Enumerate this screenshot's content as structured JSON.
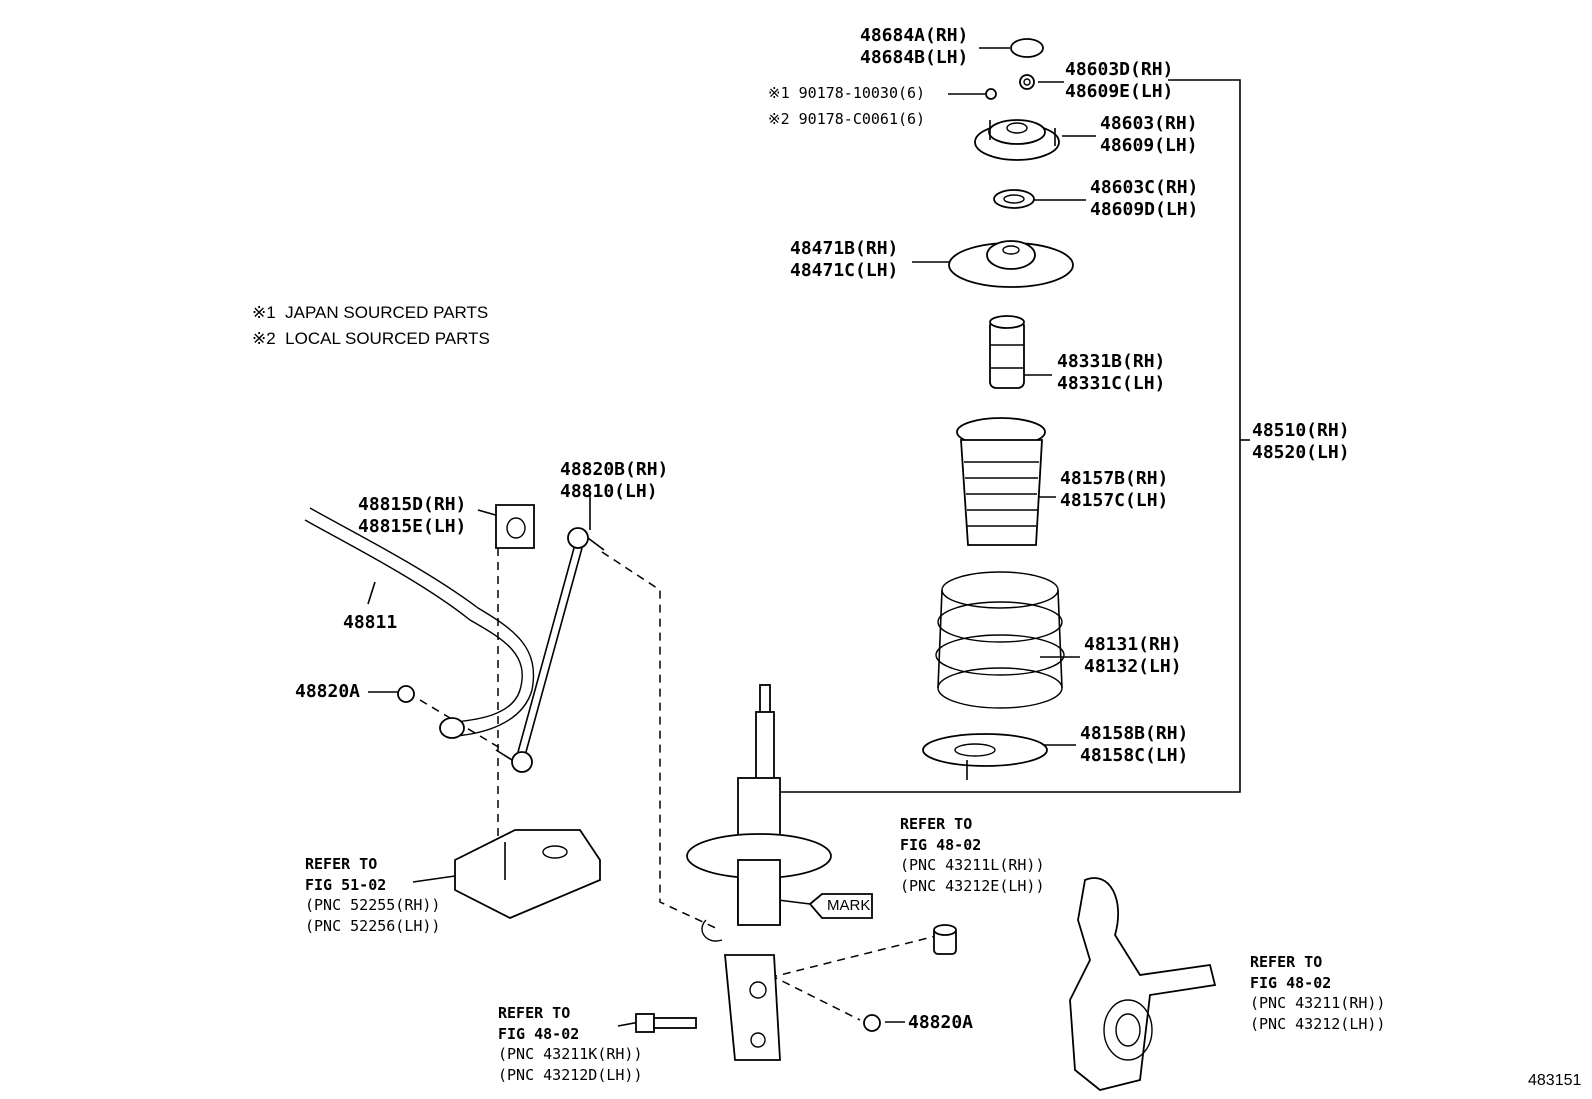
{
  "parts": {
    "p48684": [
      "48684A(RH)",
      "48684B(LH)"
    ],
    "p48603D": [
      "48603D(RH)",
      "48609E(LH)"
    ],
    "p48603": [
      "48603(RH)",
      "48609(LH)"
    ],
    "p48603C": [
      "48603C(RH)",
      "48609D(LH)"
    ],
    "p48471": [
      "48471B(RH)",
      "48471C(LH)"
    ],
    "p48331": [
      "48331B(RH)",
      "48331C(LH)"
    ],
    "p48510": [
      "48510(RH)",
      "48520(LH)"
    ],
    "p48157": [
      "48157B(RH)",
      "48157C(LH)"
    ],
    "p48131": [
      "48131(RH)",
      "48132(LH)"
    ],
    "p48158": [
      "48158B(RH)",
      "48158C(LH)"
    ],
    "p48820B": [
      "48820B(RH)",
      "48810(LH)"
    ],
    "p48815": [
      "48815D(RH)",
      "48815E(LH)"
    ],
    "p48811": "48811",
    "p48820A_left": "48820A",
    "p48820A_bottom": "48820A"
  },
  "bolts": {
    "b1": "※1 90178-10030(6)",
    "b2": "※2 90178-C0061(6)"
  },
  "notes": {
    "n1": "※1  JAPAN SOURCED PARTS",
    "n2": "※2  LOCAL SOURCED PARTS"
  },
  "refs": {
    "r51": {
      "head1": "REFER TO",
      "head2": "FIG 51-02",
      "l1": "(PNC 52255(RH))",
      "l2": "(PNC 52256(LH))"
    },
    "r48a": {
      "head1": "REFER TO",
      "head2": "FIG 48-02",
      "l1": "(PNC 43211L(RH))",
      "l2": "(PNC 43212E(LH))"
    },
    "r48b": {
      "head1": "REFER TO",
      "head2": "FIG 48-02",
      "l1": "(PNC 43211K(RH))",
      "l2": "(PNC 43212D(LH))"
    },
    "r48c": {
      "head1": "REFER TO",
      "head2": "FIG 48-02",
      "l1": "(PNC 43211(RH))",
      "l2": "(PNC 43212(LH))"
    }
  },
  "mark_label": "MARK",
  "figure_id": "483151"
}
